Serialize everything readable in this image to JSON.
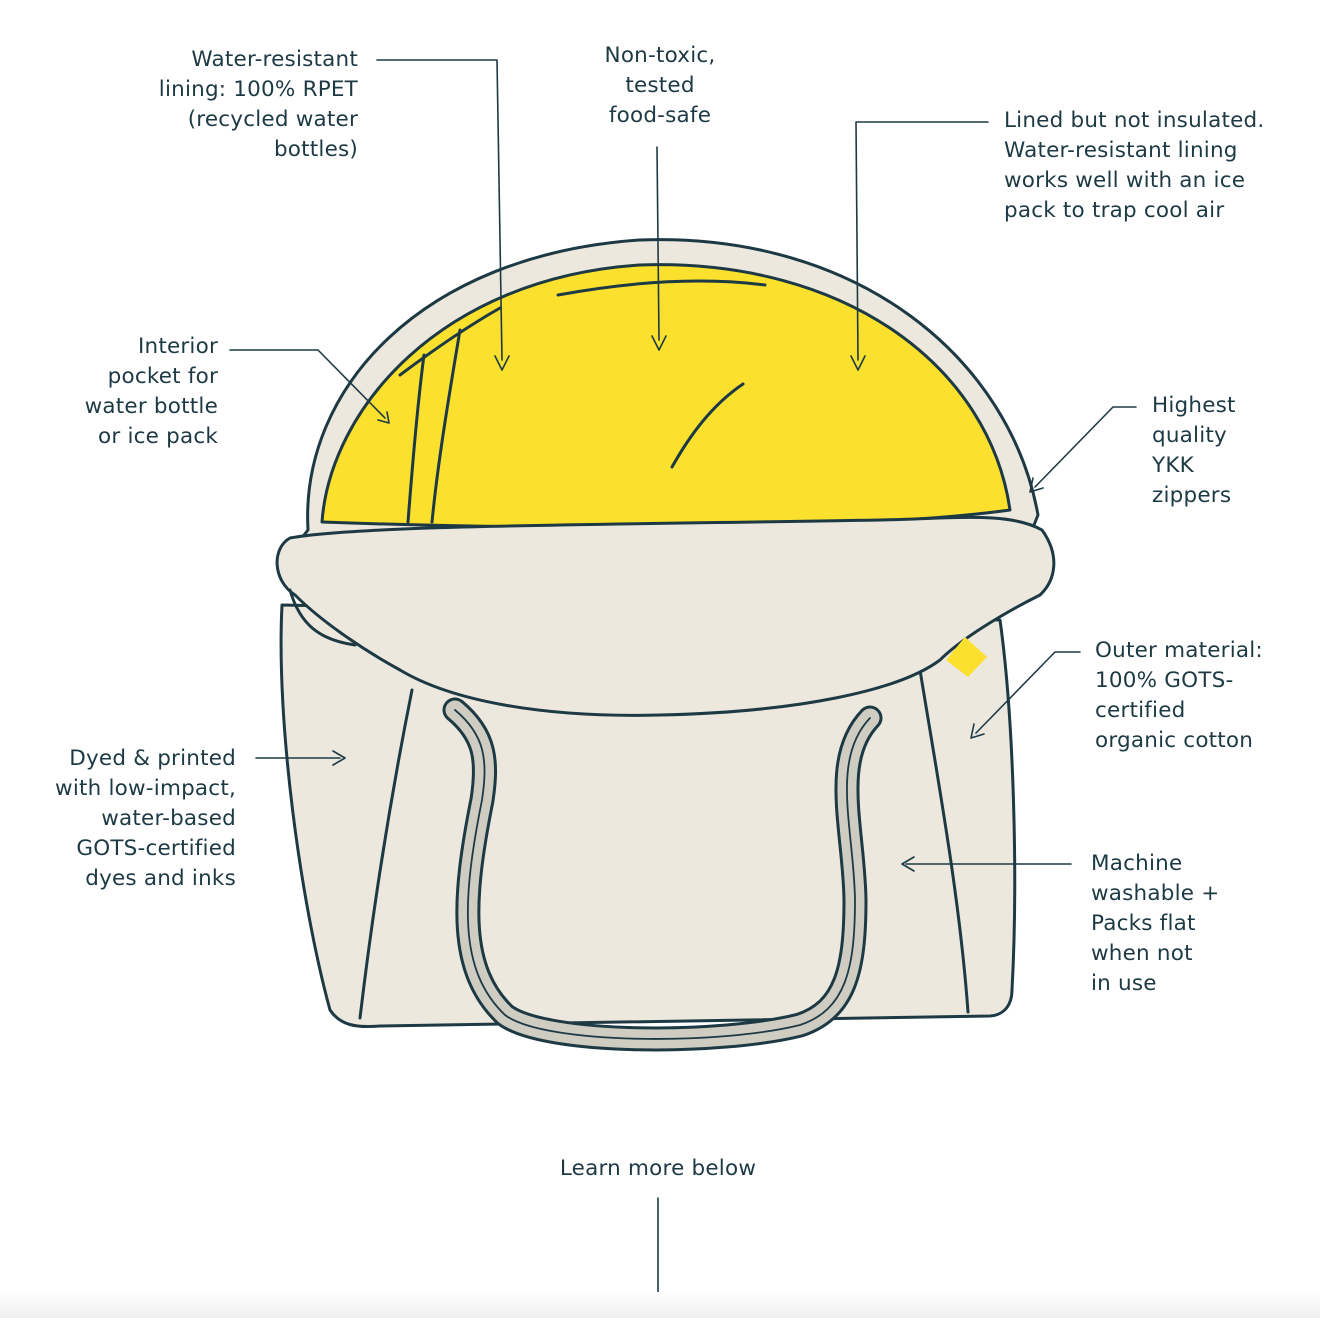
{
  "colors": {
    "ink": "#1d3a44",
    "bag_canvas": "#ece8de",
    "lining_yellow": "#fbe02e",
    "strap": "#cfccc2",
    "tag_yellow": "#fbe02e"
  },
  "callouts": {
    "lining": [
      "Water-resistant",
      "lining: 100% RPET",
      "(recycled water",
      "bottles)"
    ],
    "food_safe": [
      "Non-toxic,",
      "tested",
      "food-safe"
    ],
    "insulation": [
      "Lined but not insulated.",
      "Water-resistant lining",
      "works well with an ice",
      "pack to trap cool air"
    ],
    "pocket": [
      "Interior",
      "pocket for",
      "water bottle",
      "or ice pack"
    ],
    "zippers": [
      "Highest",
      "quality",
      "YKK",
      "zippers"
    ],
    "outer": [
      "Outer material:",
      "100% GOTS-",
      "certified",
      "organic cotton"
    ],
    "dyes": [
      "Dyed & printed",
      "with low-impact,",
      "water-based",
      "GOTS-certified",
      "dyes and inks"
    ],
    "washable": [
      "Machine",
      "washable +",
      "Packs flat",
      "when not",
      "in use"
    ]
  },
  "footer": {
    "learn_more": "Learn more below"
  }
}
